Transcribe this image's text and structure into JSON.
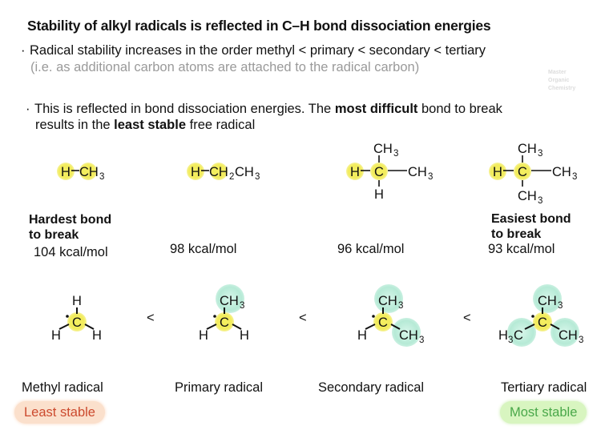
{
  "title": "Stability of alkyl radicals is reflected in C–H bond dissociation energies",
  "bullets": [
    {
      "line1": "Radical stability increases in the order methyl < primary < secondary < tertiary",
      "line2": "(i.e. as additional carbon atoms are attached to the radical carbon)"
    },
    {
      "line1_a": "This is reflected in bond dissociation energies. The ",
      "line1_bold": "most difficult",
      "line1_b": " bond to break",
      "line2_a": "results in the ",
      "line2_bold": "least stable",
      "line2_b": " free radical"
    }
  ],
  "watermark": [
    "Master",
    "Organic",
    "Chemistry"
  ],
  "bonds": [
    {
      "formula": "H–CH3",
      "energy": "104 kcal/mol",
      "note_line1": "Hardest bond",
      "note_line2": "to break"
    },
    {
      "formula": "H–CH2CH3",
      "energy": "98 kcal/mol"
    },
    {
      "formula": "H–CH(CH3)2",
      "energy": "96 kcal/mol"
    },
    {
      "formula": "H–C(CH3)3",
      "energy": "93 kcal/mol",
      "note_line1": "Easiest bond",
      "note_line2": "to break"
    }
  ],
  "radicals": [
    {
      "name": "Methyl radical",
      "badge": "Least stable"
    },
    {
      "name": "Primary radical"
    },
    {
      "name": "Secondary radical"
    },
    {
      "name": "Tertiary radical",
      "badge": "Most stable"
    }
  ],
  "comparator": "<",
  "atoms": {
    "H": "H",
    "C": "C",
    "CH": "CH",
    "H3C_pre": "H",
    "sub2": "2",
    "sub3": "3"
  },
  "colors": {
    "highlight_yellow": "#f2ec5c",
    "methyl_group_teal": "#b8ecd8",
    "least_stable_bg": "#fbe0cc",
    "least_stable_text": "#cc4a2e",
    "most_stable_bg": "#d8f5c0",
    "most_stable_text": "#4aa84a",
    "subtitle_gray": "#9a9a9a"
  }
}
